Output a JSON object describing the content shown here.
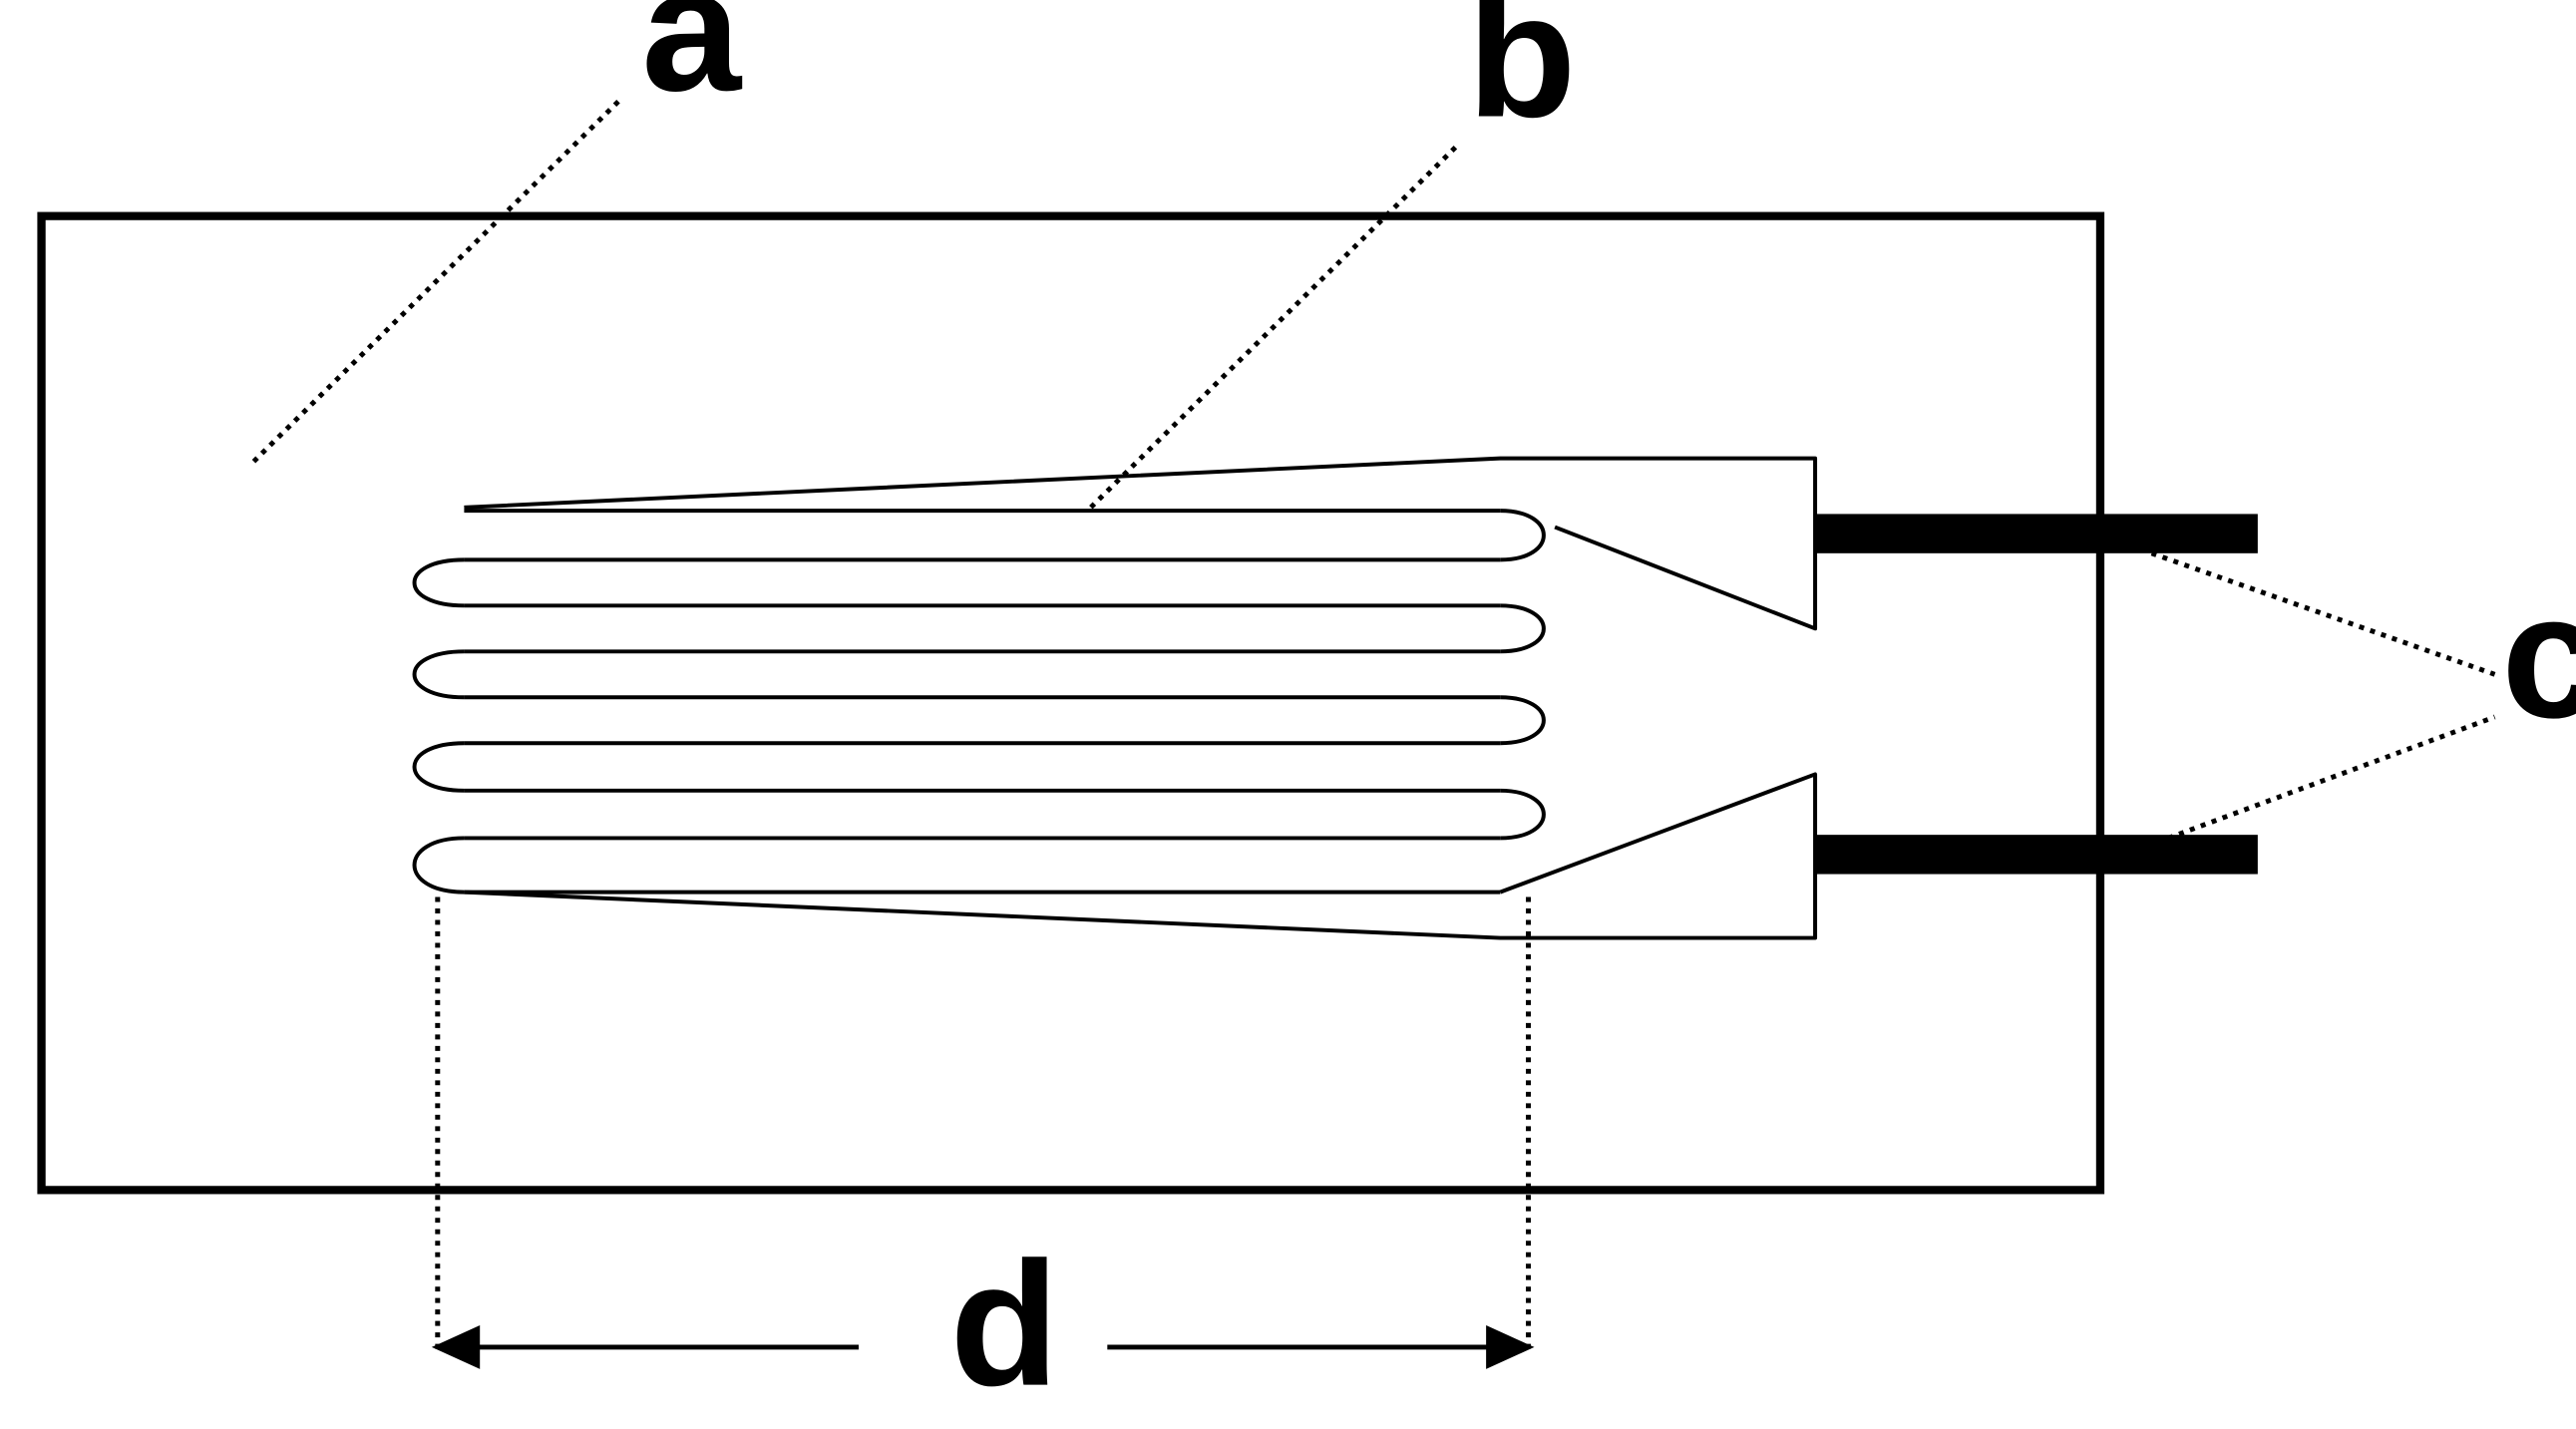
{
  "labels": {
    "a": "a",
    "b": "b",
    "c": "c",
    "d": "d"
  },
  "colors": {
    "stroke": "#000000",
    "background": "#ffffff"
  }
}
